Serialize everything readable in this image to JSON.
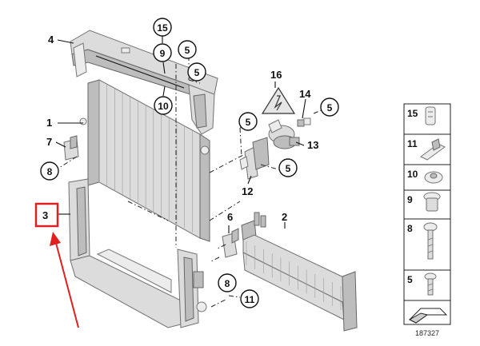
{
  "diagram": {
    "callouts": {
      "p1": "1",
      "p2": "2",
      "p3": "3",
      "p4": "4",
      "p5a": "5",
      "p5b": "5",
      "p5c": "5",
      "p5d": "5",
      "p5e": "5",
      "p6": "6",
      "p7": "7",
      "p8a": "8",
      "p8b": "8",
      "p9": "9",
      "p10": "10",
      "p11": "11",
      "p12": "12",
      "p13": "13",
      "p14": "14",
      "p15": "15",
      "p16": "16"
    },
    "legend": {
      "items": [
        "15",
        "11",
        "10",
        "9",
        "8",
        "5"
      ]
    },
    "reference_number": "187327",
    "highlight_color": "#e02020"
  }
}
